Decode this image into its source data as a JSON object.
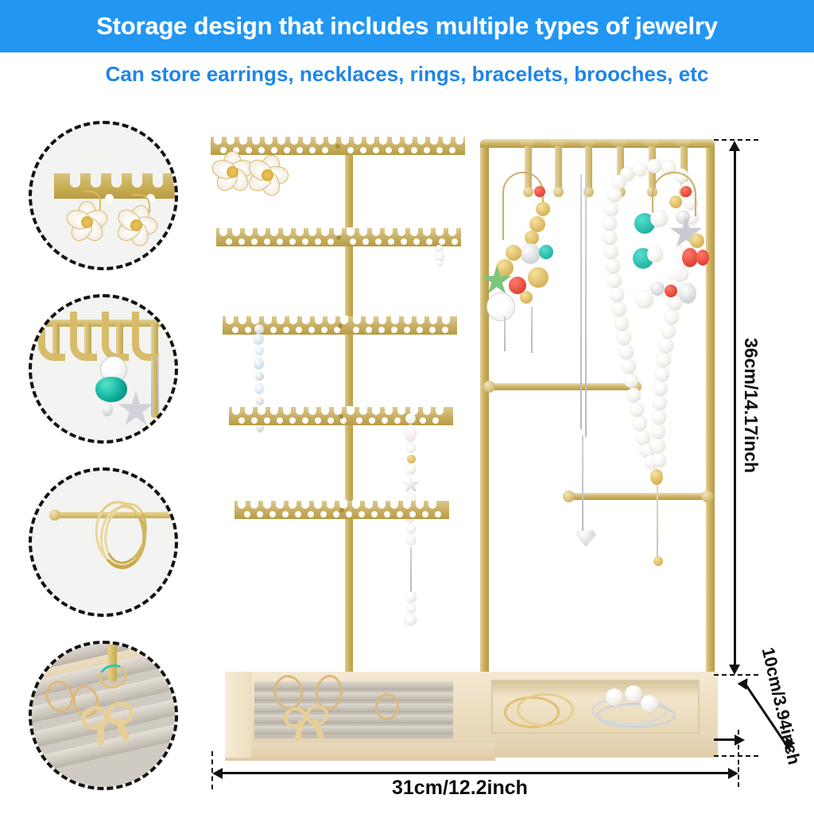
{
  "header": {
    "title": "Storage design that includes multiple types of jewelry",
    "bar_color": "#2196f3",
    "title_color": "#ffffff"
  },
  "subtitle": {
    "text": "Can store earrings, necklaces, rings, bracelets, brooches, etc",
    "color": "#1f85e8"
  },
  "product": {
    "name": "jewelry-organizer-stand",
    "gold_color": "#c9b066",
    "wood_color": "#eddfc2",
    "velvet_color": "#c5bfb5",
    "tiers": 5,
    "tier_notches": 21,
    "tier_holes": 20,
    "necklace_hooks": 6,
    "necklace_crossbars": 2,
    "tray_sections": [
      "ring-slot-velvet",
      "bangle-compartment"
    ]
  },
  "dimensions": {
    "height": "36cm/14.17inch",
    "depth": "10cm/3.94inch",
    "width": "31cm/12.2inch",
    "annotation_color": "#111111"
  },
  "detail_callouts": [
    {
      "id": "earring-detail",
      "label": "earrings-on-notched-bar"
    },
    {
      "id": "necklace-detail",
      "label": "charms-on-hooks"
    },
    {
      "id": "bracelet-detail",
      "label": "bangles-on-rod"
    },
    {
      "id": "ring-detail",
      "label": "rings-and-brooch-on-velvet"
    }
  ]
}
